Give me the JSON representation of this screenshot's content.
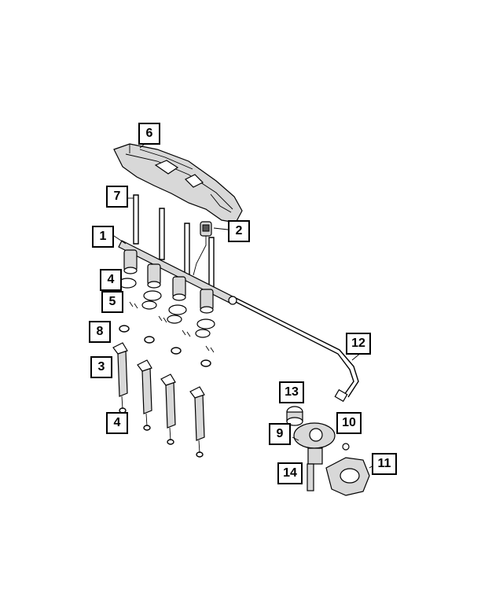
{
  "callouts": [
    {
      "id": "c6",
      "label": "6"
    },
    {
      "id": "c7",
      "label": "7"
    },
    {
      "id": "c2",
      "label": "2"
    },
    {
      "id": "c1",
      "label": "1"
    },
    {
      "id": "c4a",
      "label": "4"
    },
    {
      "id": "c5",
      "label": "5"
    },
    {
      "id": "c8",
      "label": "8"
    },
    {
      "id": "c3",
      "label": "3"
    },
    {
      "id": "c4b",
      "label": "4"
    },
    {
      "id": "c12",
      "label": "12"
    },
    {
      "id": "c13",
      "label": "13"
    },
    {
      "id": "c10",
      "label": "10"
    },
    {
      "id": "c9",
      "label": "9"
    },
    {
      "id": "c11",
      "label": "11"
    },
    {
      "id": "c14",
      "label": "14"
    }
  ],
  "colors": {
    "line": "#000000",
    "fill": "#d8d8d8",
    "background": "#ffffff"
  }
}
